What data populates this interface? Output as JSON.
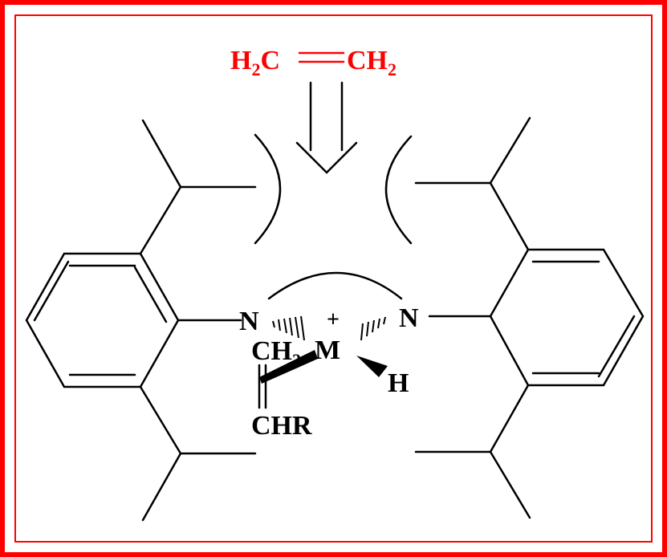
{
  "colors": {
    "frame": "#ff0000",
    "bond": "#000000",
    "monomer": "#ff0000",
    "background": "#ffffff"
  },
  "monomer": {
    "left": "H",
    "left_sub": "2",
    "left_tail": "C",
    "right": "CH",
    "right_sub": "2"
  },
  "atoms": {
    "n_left": "N",
    "n_right": "N",
    "metal": "M",
    "charge": "+",
    "ch2": "CH",
    "ch2_sub": "2",
    "hydride": "H",
    "chr": "CHR"
  }
}
